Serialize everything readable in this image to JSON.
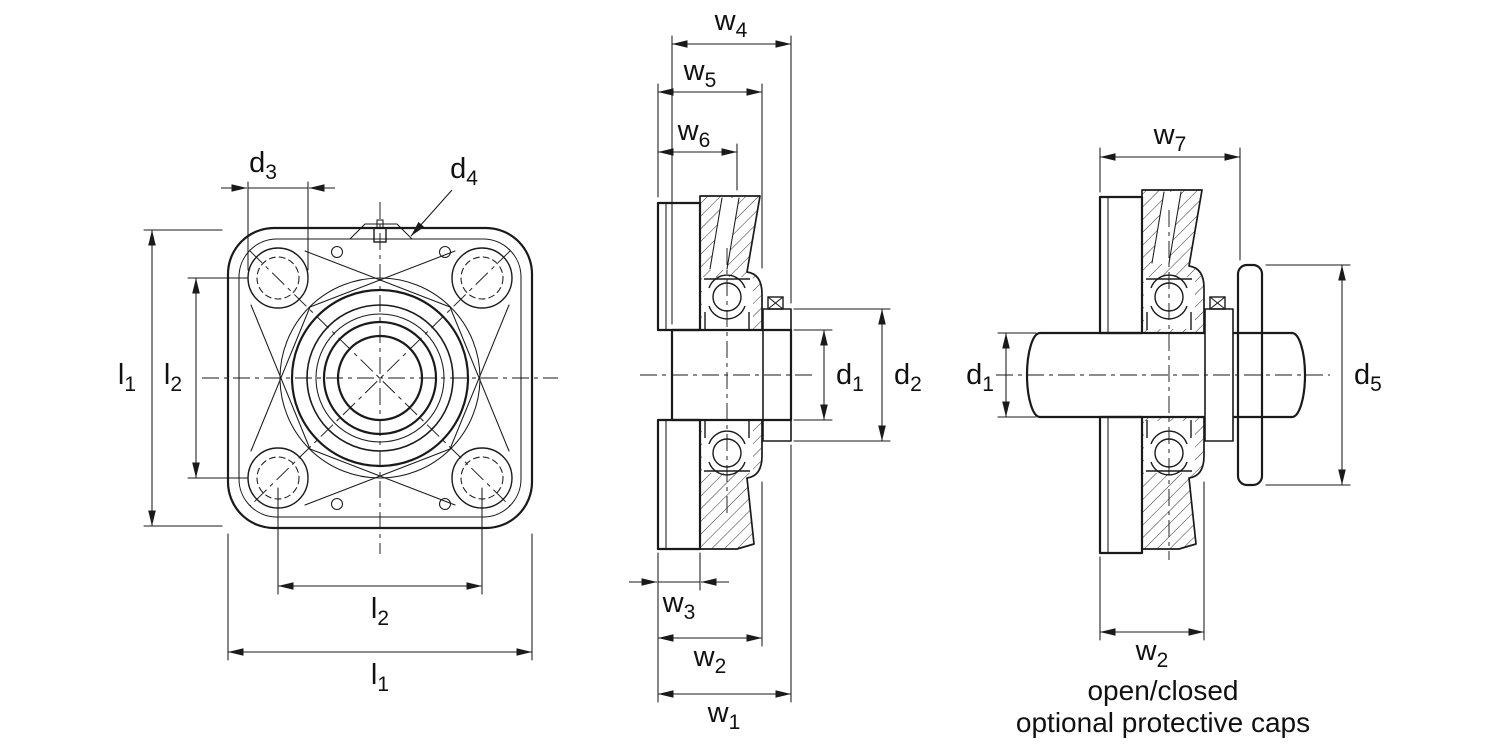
{
  "drawing": {
    "caption": {
      "line1": "open/closed",
      "line2": "optional protective caps"
    },
    "labels": {
      "l1": {
        "base": "l",
        "sub": "1"
      },
      "l2": {
        "base": "l",
        "sub": "2"
      },
      "d1": {
        "base": "d",
        "sub": "1"
      },
      "d2": {
        "base": "d",
        "sub": "2"
      },
      "d3": {
        "base": "d",
        "sub": "3"
      },
      "d4": {
        "base": "d",
        "sub": "4"
      },
      "d5": {
        "base": "d",
        "sub": "5"
      },
      "w1": {
        "base": "w",
        "sub": "1"
      },
      "w2": {
        "base": "w",
        "sub": "2"
      },
      "w3": {
        "base": "w",
        "sub": "3"
      },
      "w4": {
        "base": "w",
        "sub": "4"
      },
      "w5": {
        "base": "w",
        "sub": "5"
      },
      "w6": {
        "base": "w",
        "sub": "6"
      },
      "w7": {
        "base": "w",
        "sub": "7"
      }
    },
    "colors": {
      "line": "#1a1a1a",
      "background": "#ffffff"
    }
  }
}
